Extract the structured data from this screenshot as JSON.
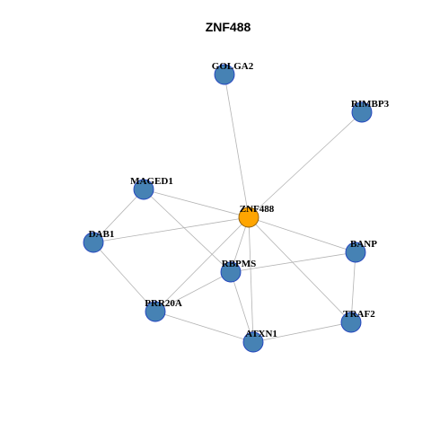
{
  "title": "ZNF488",
  "colors": {
    "center_fill": "#ffa500",
    "node_fill": "#4682b4",
    "node_stroke": "#1f3fbf",
    "center_stroke": "#8b5a00",
    "edge": "#b3b3b3"
  },
  "nodes": [
    {
      "id": "ZNF488",
      "label": "ZNF488",
      "center": true
    },
    {
      "id": "GOLGA2",
      "label": "GOLGA2"
    },
    {
      "id": "RIMBP3",
      "label": "RIMBP3"
    },
    {
      "id": "MAGED1",
      "label": "MAGED1"
    },
    {
      "id": "DAB1",
      "label": "DAB1"
    },
    {
      "id": "BANP",
      "label": "BANP"
    },
    {
      "id": "RBPMS",
      "label": "RBPMS"
    },
    {
      "id": "PRR20A",
      "label": "PRR20A"
    },
    {
      "id": "TRAF2",
      "label": "TRAF2"
    },
    {
      "id": "ATXN1",
      "label": "ATXN1"
    }
  ],
  "edges": [
    [
      "ZNF488",
      "GOLGA2"
    ],
    [
      "ZNF488",
      "RIMBP3"
    ],
    [
      "ZNF488",
      "MAGED1"
    ],
    [
      "ZNF488",
      "DAB1"
    ],
    [
      "ZNF488",
      "BANP"
    ],
    [
      "ZNF488",
      "RBPMS"
    ],
    [
      "ZNF488",
      "PRR20A"
    ],
    [
      "ZNF488",
      "TRAF2"
    ],
    [
      "ZNF488",
      "ATXN1"
    ],
    [
      "MAGED1",
      "DAB1"
    ],
    [
      "MAGED1",
      "RBPMS"
    ],
    [
      "DAB1",
      "PRR20A"
    ],
    [
      "RBPMS",
      "BANP"
    ],
    [
      "RBPMS",
      "PRR20A"
    ],
    [
      "RBPMS",
      "ATXN1"
    ],
    [
      "BANP",
      "TRAF2"
    ],
    [
      "TRAF2",
      "ATXN1"
    ],
    [
      "PRR20A",
      "ATXN1"
    ]
  ]
}
